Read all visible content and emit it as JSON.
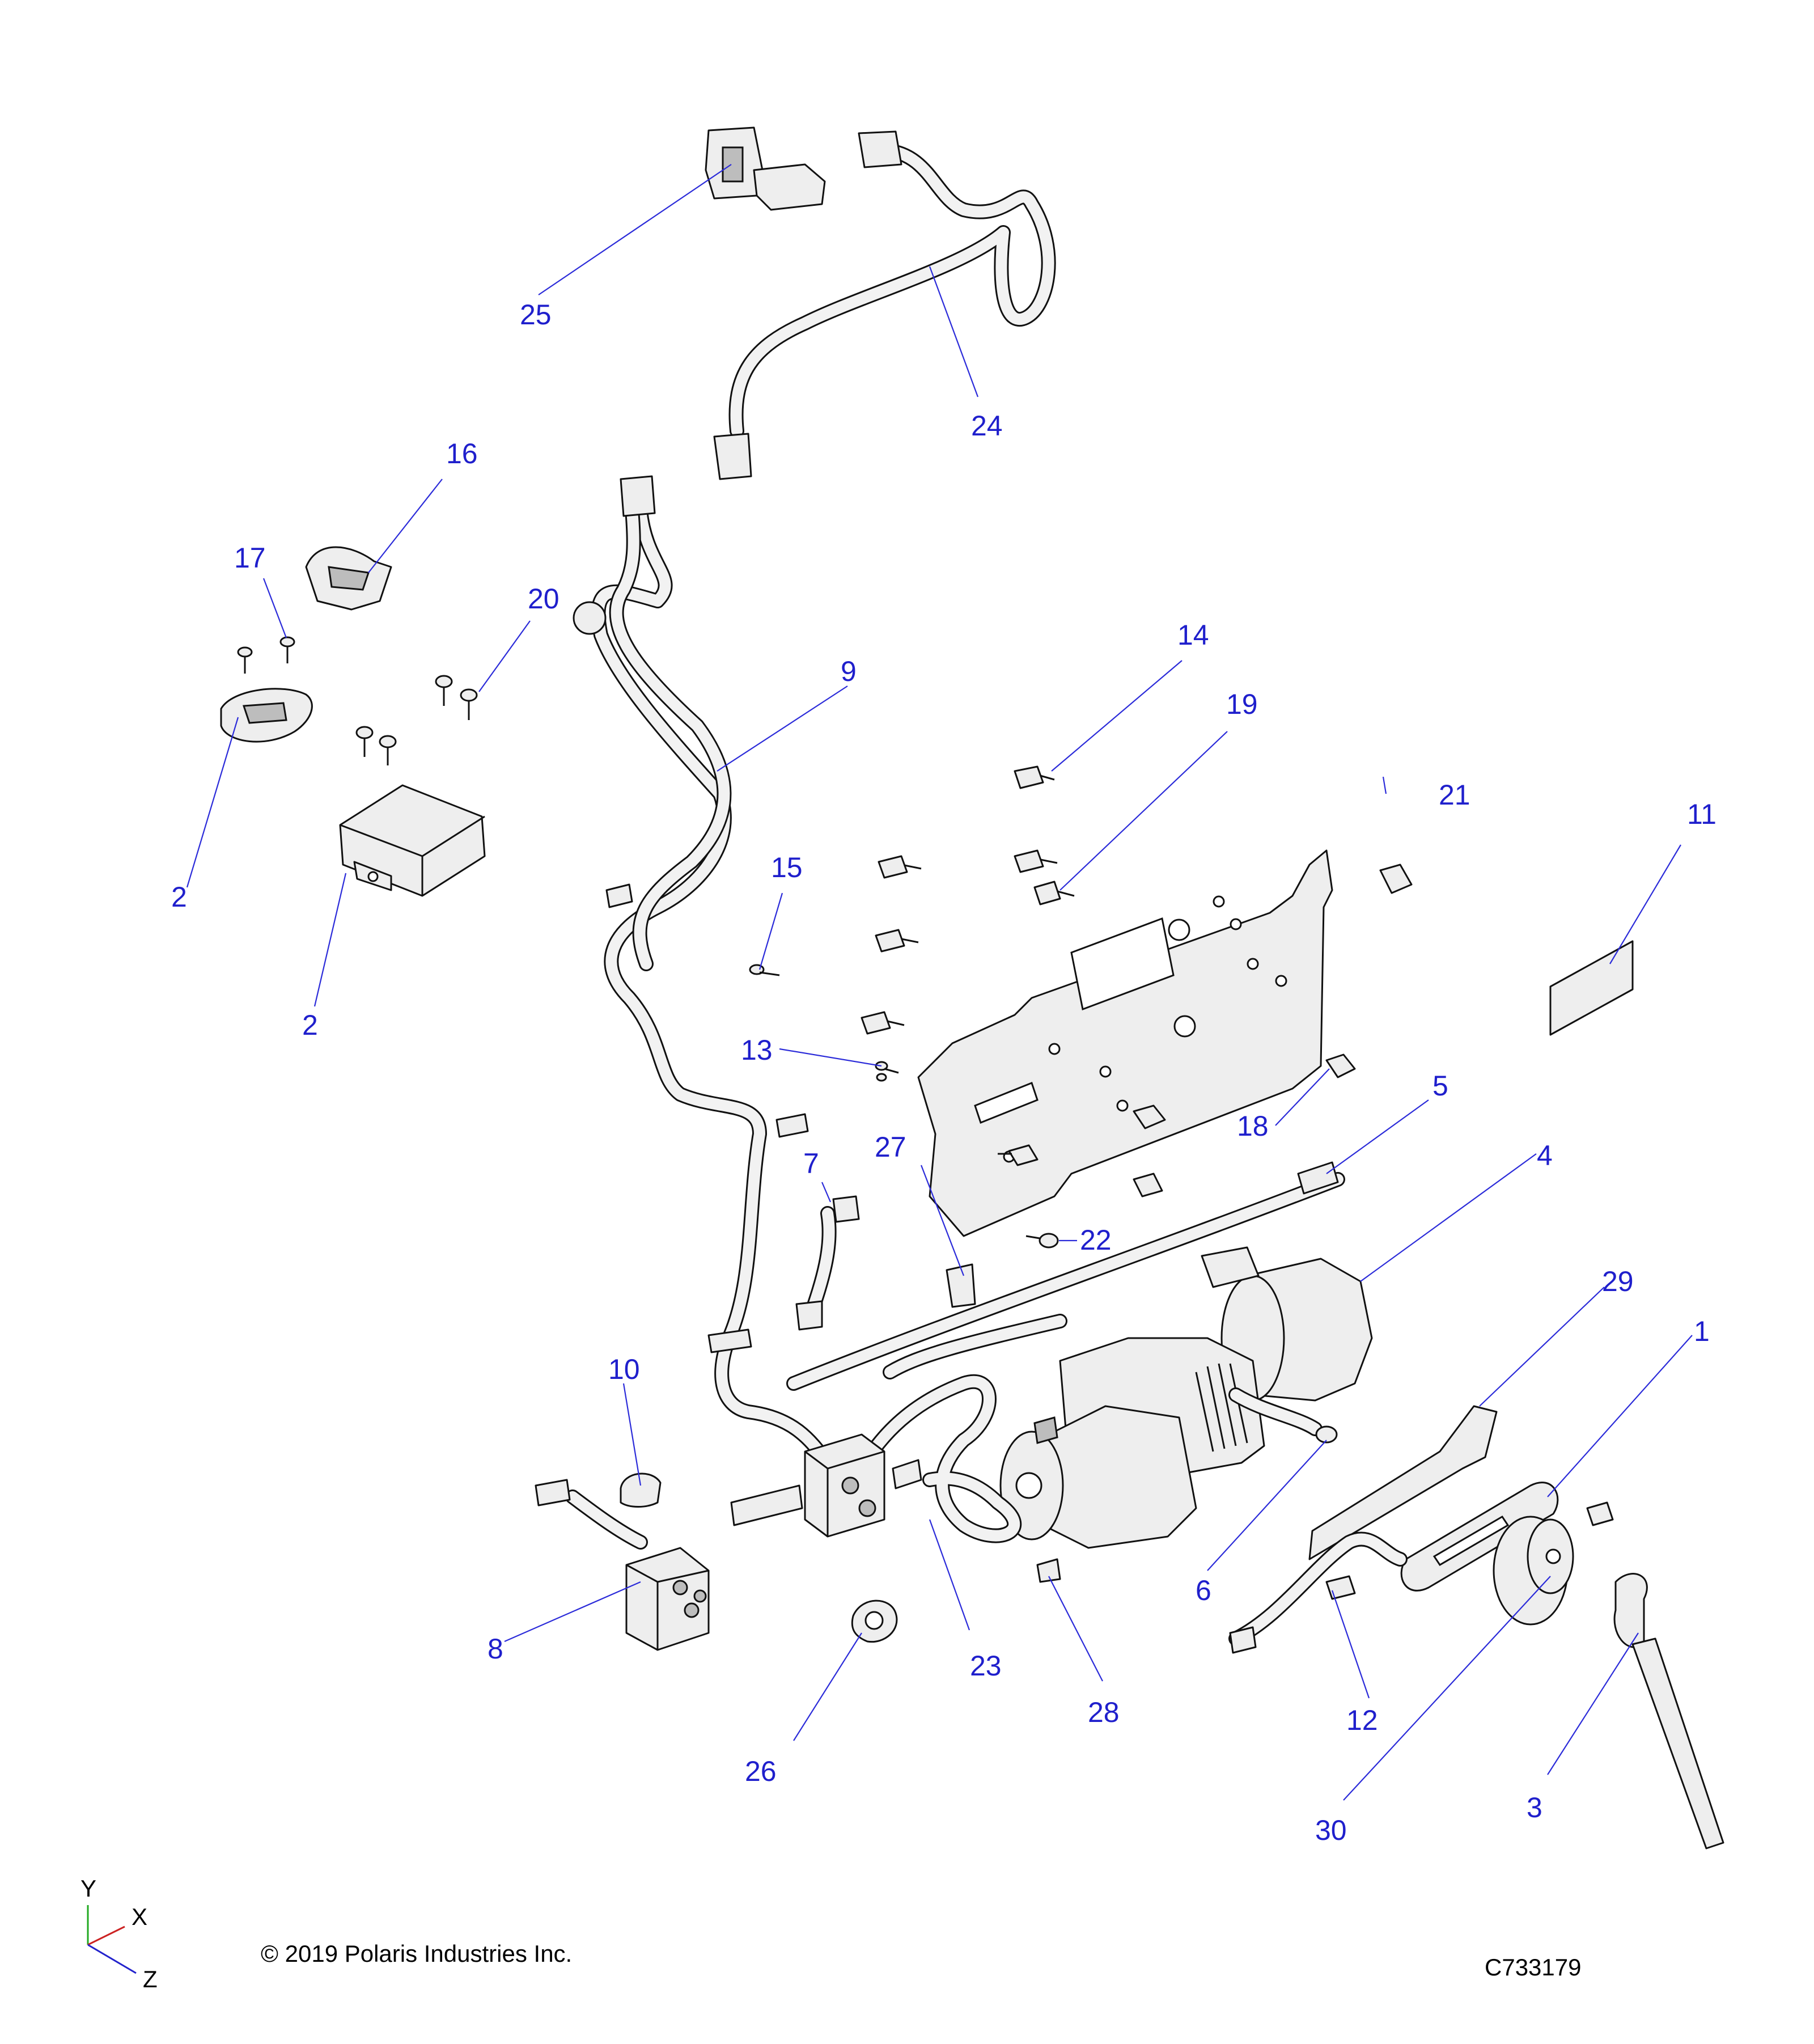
{
  "callouts": [
    "25",
    "24",
    "16",
    "17",
    "20",
    "9",
    "14",
    "19",
    "21",
    "11",
    "2",
    "2",
    "15",
    "13",
    "18",
    "5",
    "4",
    "7",
    "27",
    "22",
    "29",
    "1",
    "10",
    "6",
    "8",
    "23",
    "28",
    "12",
    "26",
    "30",
    "3"
  ],
  "footer": {
    "copyright": "© 2019 Polaris Industries Inc.",
    "drawing_id": "C733179"
  },
  "axis_triad": {
    "x": "X",
    "y": "Y",
    "z": "Z"
  },
  "colors": {
    "callout": "#1f1fcc",
    "leader": "#2b2bd9",
    "line_art": "#111111"
  }
}
